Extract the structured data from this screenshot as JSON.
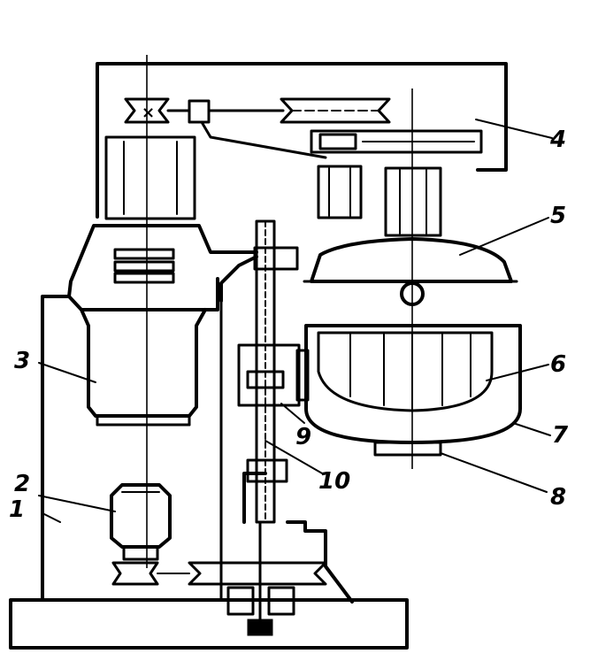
{
  "labels": {
    "frame": "1",
    "lower_motor": "2",
    "main_motor": "3",
    "top_housing": "4",
    "cover": "5",
    "bowl": "6",
    "bowl_ring": "7",
    "bowl_support": "8",
    "guide": "9",
    "screw": "10"
  }
}
